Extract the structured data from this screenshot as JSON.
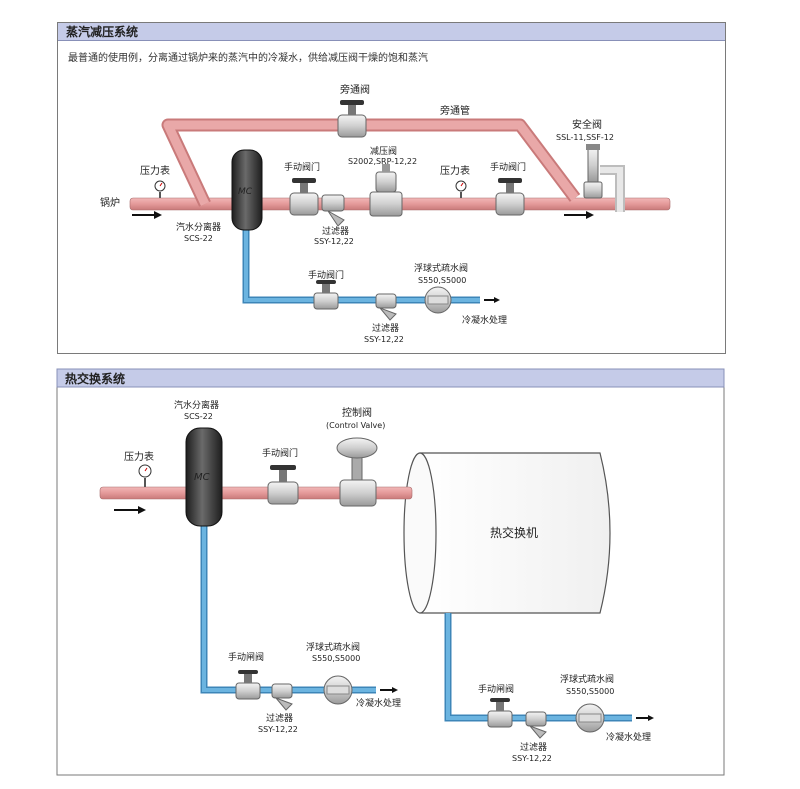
{
  "panel1": {
    "title": "蒸汽减压系统",
    "subtitle": "最普通的使用例，分离通过锅炉来的蒸汽中的冷凝水，供给减压阀干燥的饱和蒸汽",
    "labels": {
      "bypass_valve": "旁通阀",
      "bypass_pipe": "旁通管",
      "safety_valve": "安全阀",
      "safety_valve_model": "SSL-11,SSF-12",
      "pressure_gauge_1": "压力表",
      "boiler": "锅炉",
      "manual_valve_1": "手动阀门",
      "reducing_valve": "减压阀",
      "reducing_valve_model": "S2002,SRP-12,22",
      "pressure_gauge_2": "压力表",
      "manual_valve_2": "手动阀门",
      "separator": "汽水分离器",
      "separator_model": "SCS-22",
      "strainer_1": "过滤器",
      "strainer_1_model": "SSY-12,22",
      "manual_valve_3": "手动阀门",
      "float_trap": "浮球式疏水阀",
      "float_trap_model": "S550,S5000",
      "strainer_2": "过滤器",
      "strainer_2_model": "SSY-12,22",
      "condensate": "冷凝水处理"
    }
  },
  "panel2": {
    "title": "热交换系统",
    "labels": {
      "separator": "汽水分离器",
      "separator_model": "SCS-22",
      "control_valve": "控制阀",
      "control_valve_en": "(Control Valve)",
      "pressure_gauge": "压力表",
      "manual_valve": "手动阀门",
      "heat_exchanger": "热交换机",
      "gate_valve_1": "手动闸阀",
      "float_trap_1": "浮球式疏水阀",
      "float_trap_1_model": "S550,S5000",
      "condensate_1": "冷凝水处理",
      "strainer_1": "过滤器",
      "strainer_1_model": "SSY-12,22",
      "gate_valve_2": "手动闸阀",
      "float_trap_2": "浮球式疏水阀",
      "float_trap_2_model": "S550,S5000",
      "condensate_2": "冷凝水处理",
      "strainer_2": "过滤器",
      "strainer_2_model": "SSY-12,22"
    }
  },
  "colors": {
    "steam_pipe": "#e49a9a",
    "water_pipe": "#5aa6d6",
    "header": "#c5cbe8",
    "separator": "#3a3a3a"
  }
}
